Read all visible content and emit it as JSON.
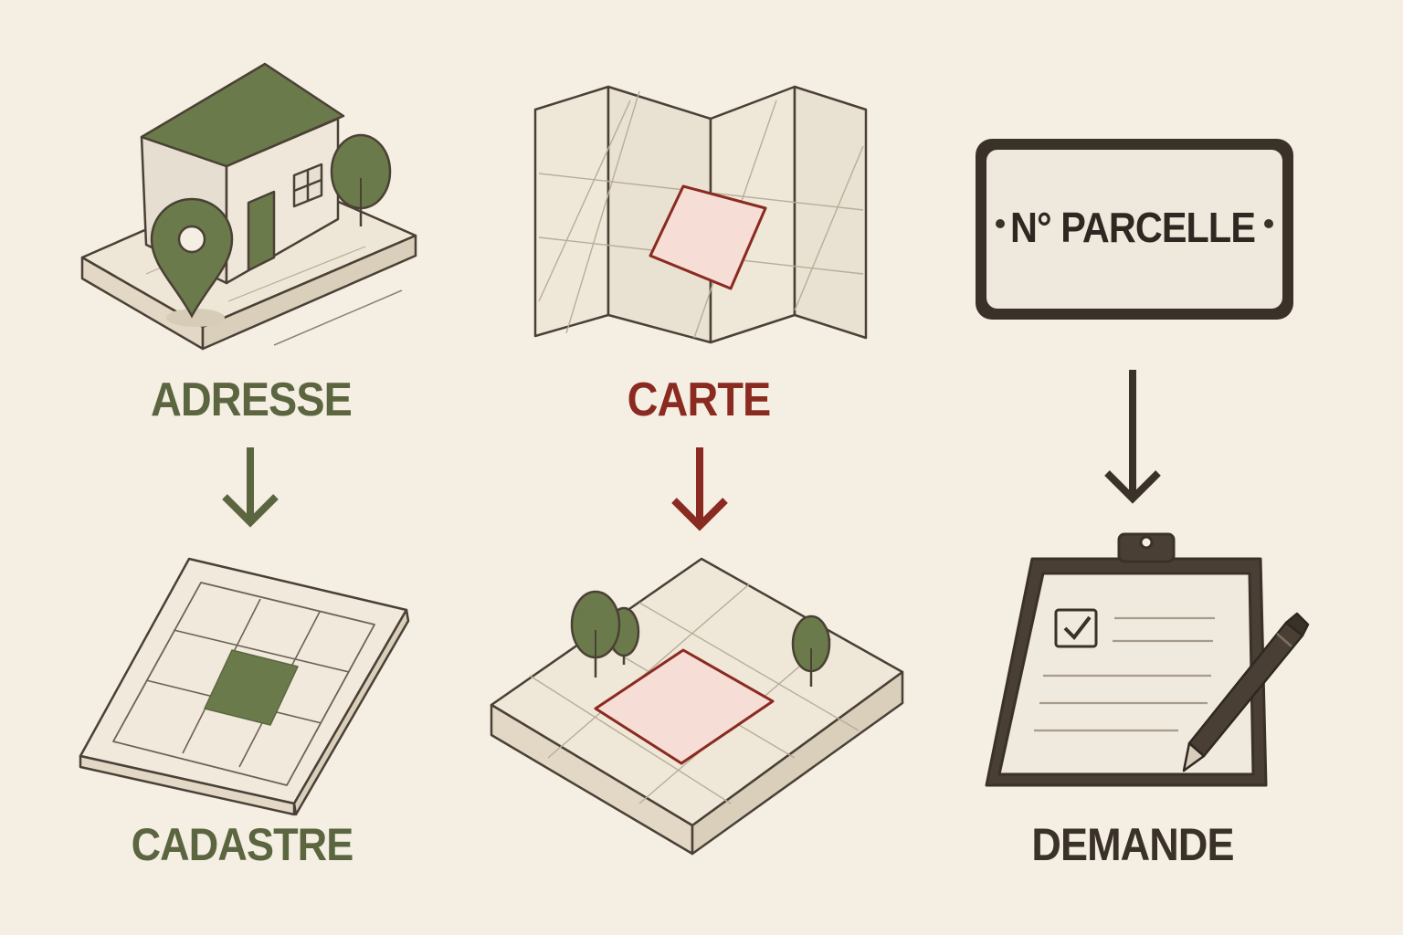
{
  "labels": {
    "adresse": "ADRESSE",
    "carte": "CARTE",
    "cadastre": "CADASTRE",
    "demande": "DEMANDE",
    "parcelle": "N° PARCELLE"
  },
  "colors": {
    "background": "#f5efe3",
    "green": "#6b7a4a",
    "green_text": "#5b6640",
    "red": "#8a2a20",
    "dark": "#3a3129",
    "paper": "#efe7d8",
    "parcel_fill": "#f6ddd5"
  },
  "icons": [
    "house-icon",
    "location-pin-icon",
    "tree-icon",
    "folded-map-icon",
    "arrow-down-icon",
    "cadastre-plan-icon",
    "terrain-parcel-icon",
    "parcel-number-plate-icon",
    "clipboard-icon",
    "checkbox-icon",
    "pen-icon"
  ]
}
